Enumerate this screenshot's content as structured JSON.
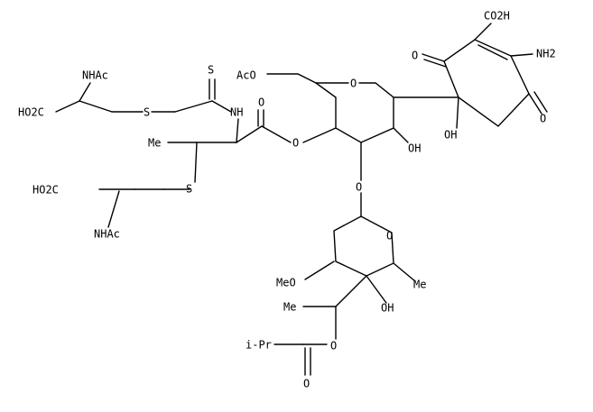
{
  "labels": {
    "nhac_top": "NHAc",
    "cooh_left_top": "HO2C",
    "s_dithio_left": "S",
    "s_thione": "S",
    "nh": "NH",
    "o_carbonyl_ester": "O",
    "me_left": "Me",
    "s_thioether": "S",
    "cooh_left_bottom": "HO2C",
    "nhac_bottom": "NHAc",
    "aco": "AcO",
    "o_ester_link": "O",
    "o_ring_sugar": "O",
    "oh_sugar": "OH",
    "o_glycoside": "O",
    "o_ring_lower": "O",
    "meo": "MeO",
    "oh_lower": "OH",
    "me_lower_right": "Me",
    "me_side": "Me",
    "o_isobutyrate": "O",
    "pr": "i-Pr",
    "o_carbonyl_isobut": "O",
    "co2h_top": "CO2H",
    "nh2": "NH2",
    "o_ketone_left": "O",
    "o_ketone_right": "O",
    "oh_quaternary": "OH"
  }
}
